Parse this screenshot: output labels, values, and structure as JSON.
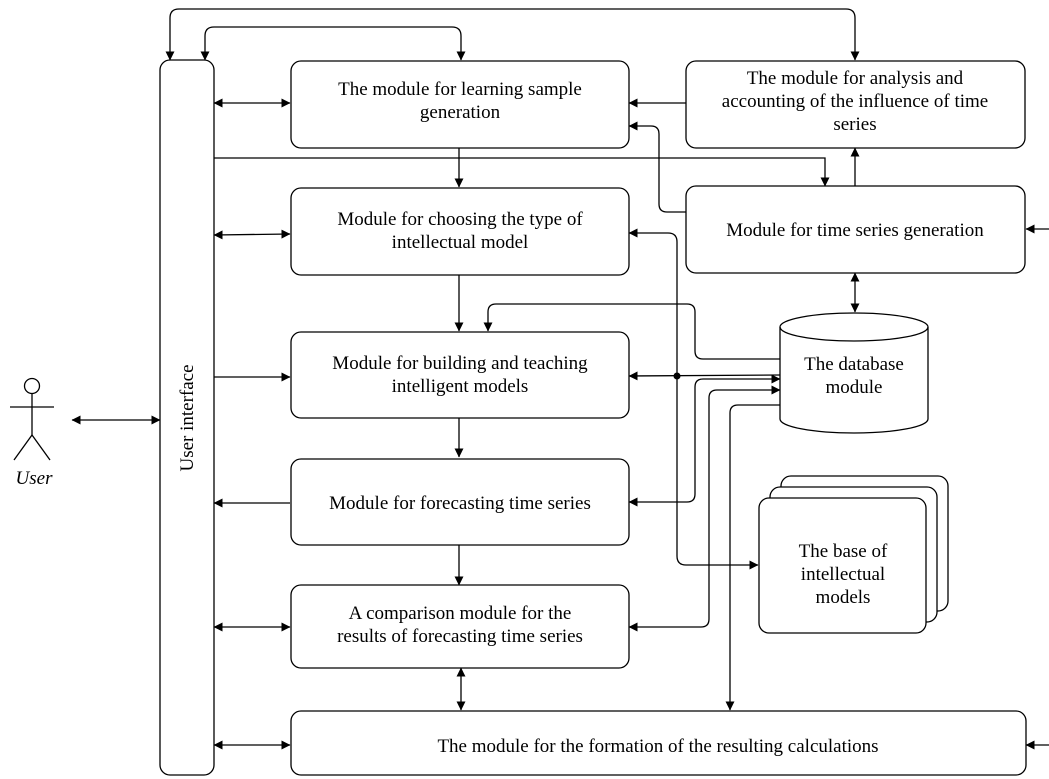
{
  "actor": {
    "label": "User"
  },
  "user_interface": {
    "label": "User interface"
  },
  "modules": {
    "learning_sample": [
      "The module for learning sample",
      "generation"
    ],
    "analysis": [
      "The module for analysis and",
      "accounting of the influence of time",
      "series"
    ],
    "choosing_type": [
      "Module for choosing the type of",
      "intellectual model"
    ],
    "time_series_generation": [
      "Module for time series generation"
    ],
    "building_teaching": [
      "Module for building and teaching",
      "intelligent models"
    ],
    "database": [
      "The database",
      "module"
    ],
    "forecasting": [
      "Module for forecasting time series"
    ],
    "base_models": [
      "The base of",
      "intellectual",
      "models"
    ],
    "comparison": [
      "A comparison module for the",
      "results of forecasting time series"
    ],
    "formation": [
      "The module for the formation of the resulting calculations"
    ]
  }
}
